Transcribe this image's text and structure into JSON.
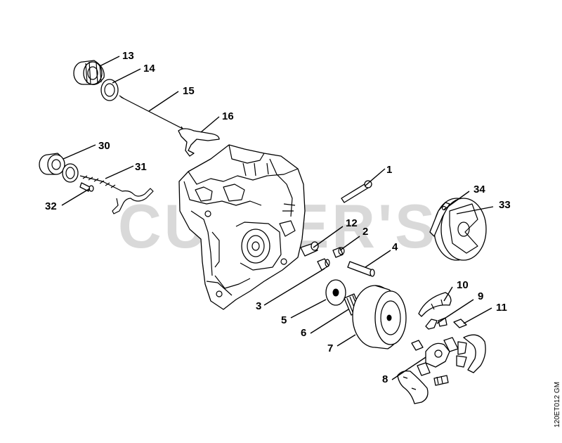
{
  "watermark": "CUTTER'S",
  "drawing_code": "120ET012 GM",
  "callouts": [
    {
      "id": "callout-1",
      "label": "1"
    },
    {
      "id": "callout-2",
      "label": "2"
    },
    {
      "id": "callout-3",
      "label": "3"
    },
    {
      "id": "callout-4",
      "label": "4"
    },
    {
      "id": "callout-5",
      "label": "5"
    },
    {
      "id": "callout-6",
      "label": "6"
    },
    {
      "id": "callout-7",
      "label": "7"
    },
    {
      "id": "callout-8",
      "label": "8"
    },
    {
      "id": "callout-9",
      "label": "9"
    },
    {
      "id": "callout-10",
      "label": "10"
    },
    {
      "id": "callout-11",
      "label": "11"
    },
    {
      "id": "callout-12",
      "label": "12"
    },
    {
      "id": "callout-13",
      "label": "13"
    },
    {
      "id": "callout-14",
      "label": "14"
    },
    {
      "id": "callout-15",
      "label": "15"
    },
    {
      "id": "callout-16",
      "label": "16"
    },
    {
      "id": "callout-30",
      "label": "30"
    },
    {
      "id": "callout-31",
      "label": "31"
    },
    {
      "id": "callout-32",
      "label": "32"
    },
    {
      "id": "callout-33",
      "label": "33"
    },
    {
      "id": "callout-34",
      "label": "34"
    }
  ]
}
